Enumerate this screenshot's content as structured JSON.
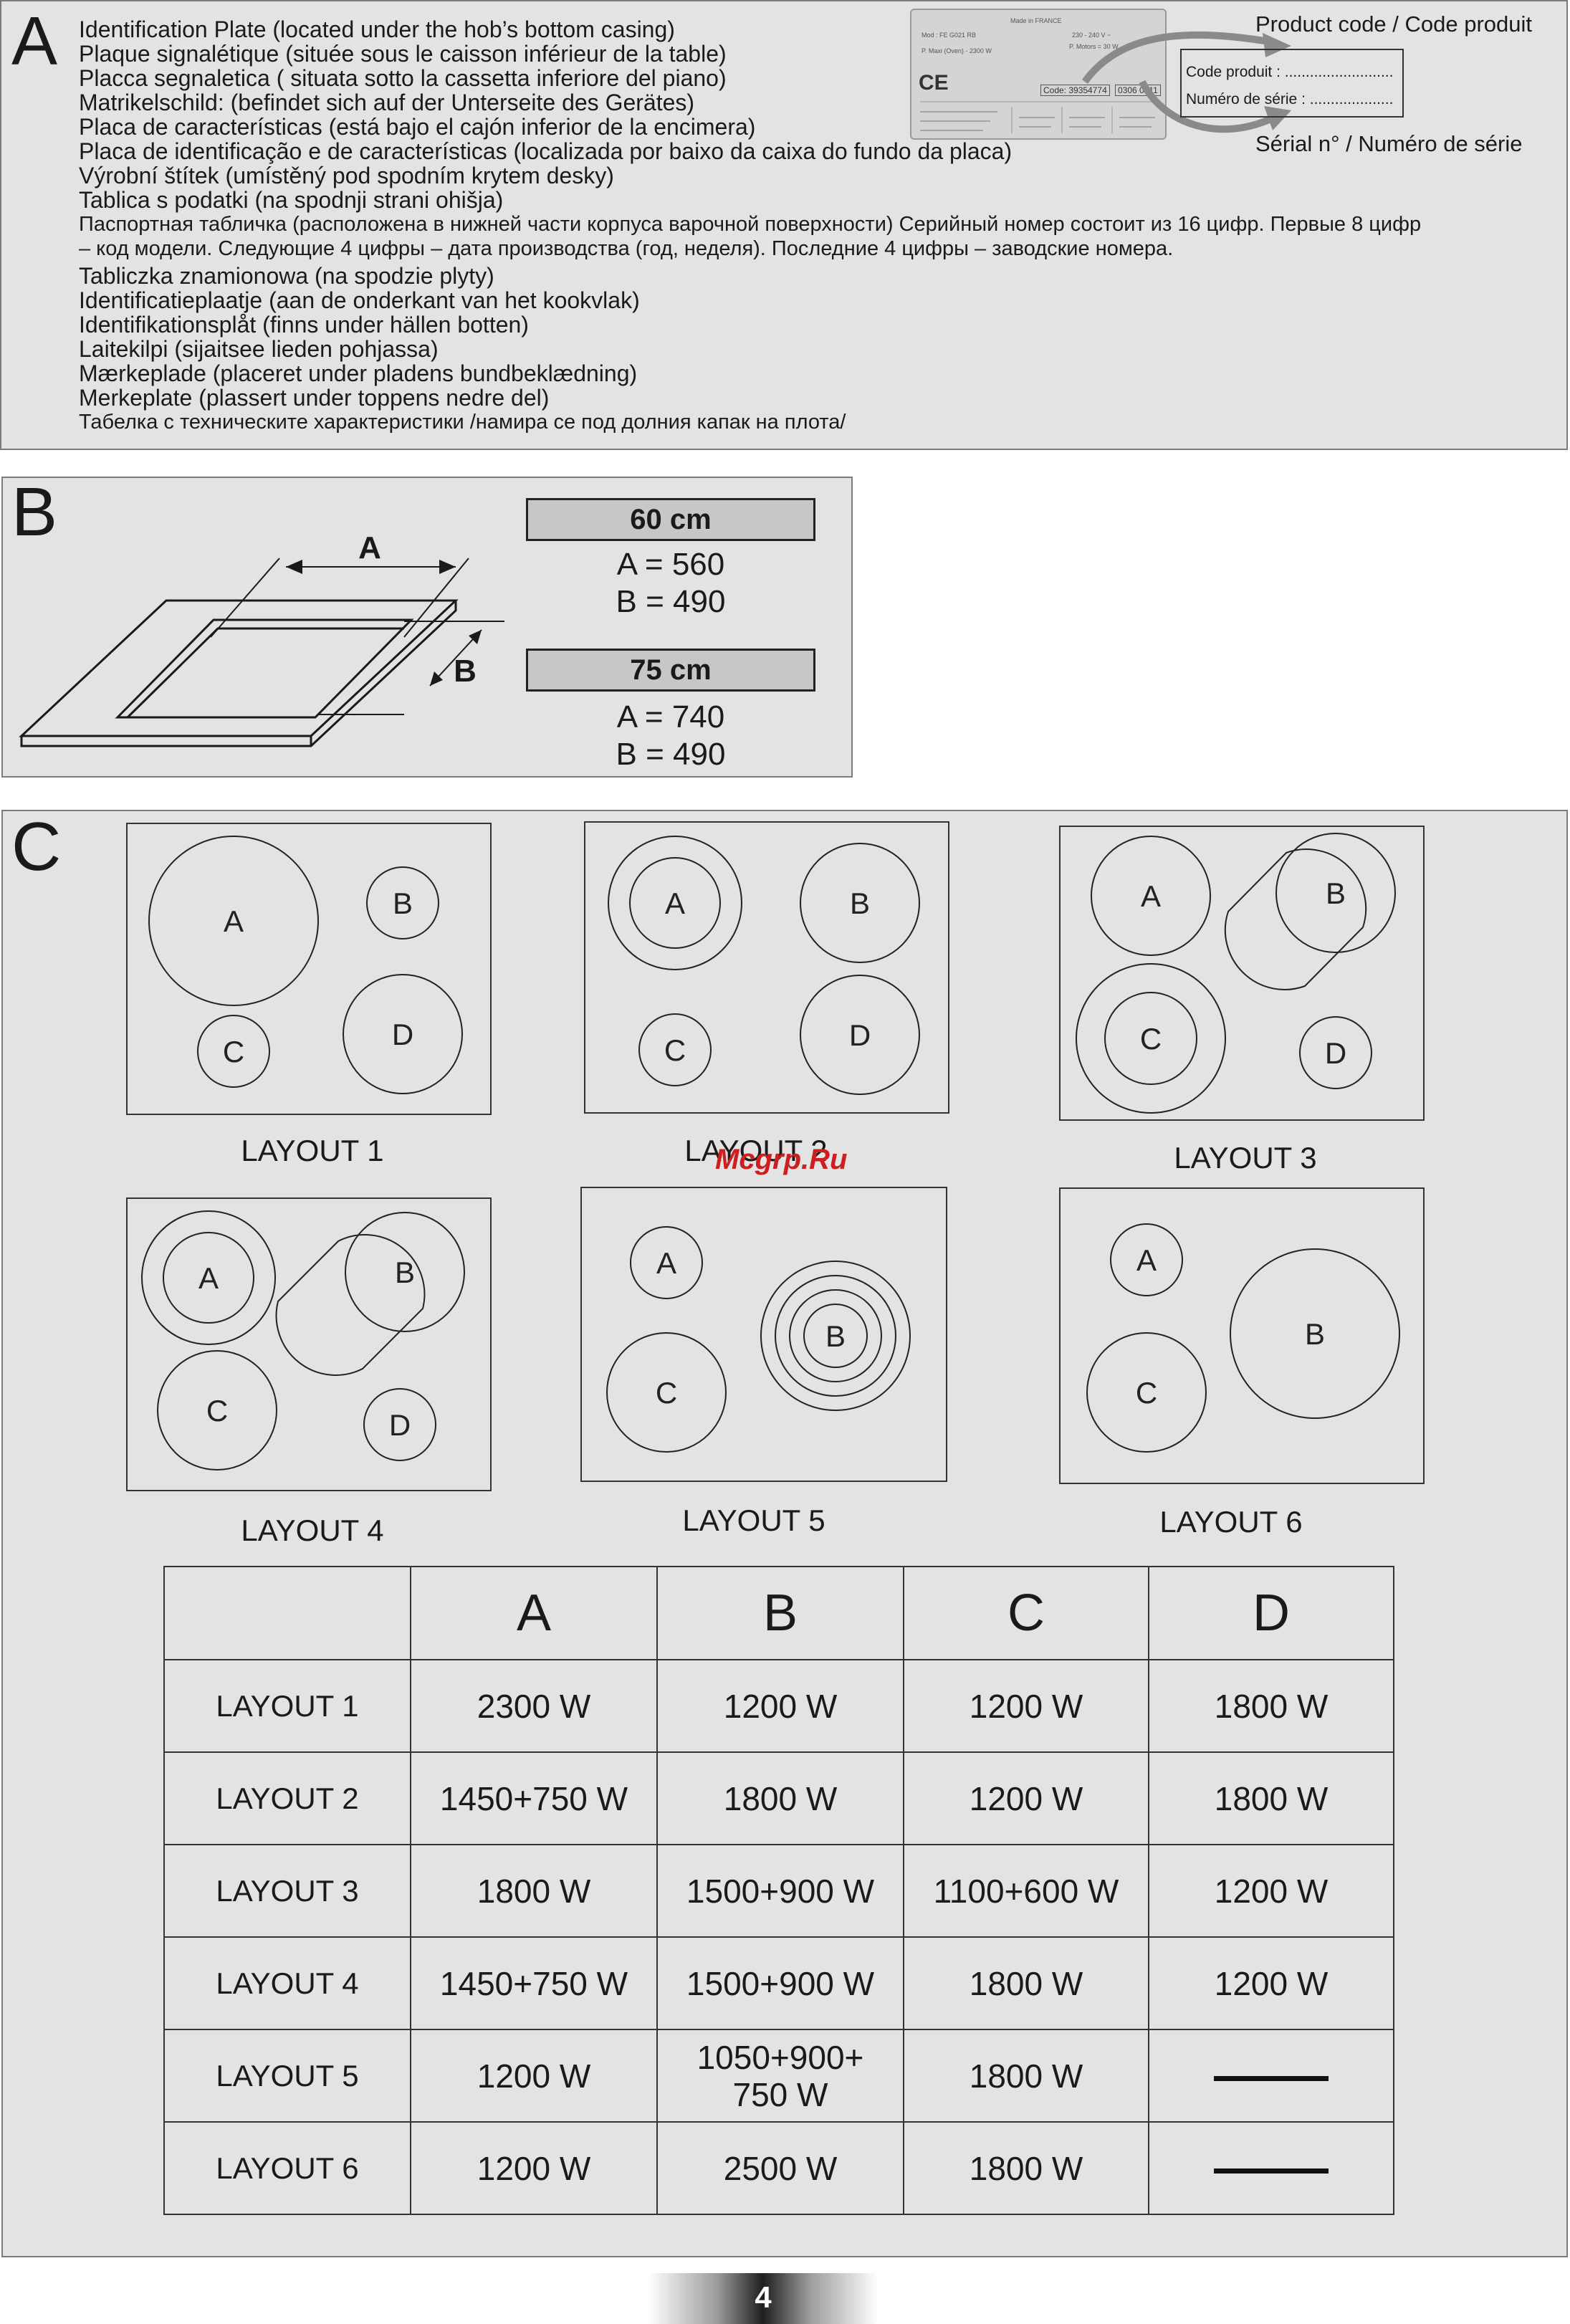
{
  "section_a": {
    "letter": "A",
    "lines": [
      "Identification Plate (located under the hob’s bottom casing)",
      "Plaque signalétique (située sous le caisson inférieur de la table)",
      "Placca segnaletica ( situata sotto la cassetta inferiore del piano)",
      "Matrikelschild: (befindet sich auf der Unterseite des Gerätes)",
      "Placa de características (está bajo el cajón inferior de la encimera)",
      "Placa de identificação e de características (localizada por baixo da caixa do fundo da placa)",
      "Výrobní štítek (umístěný pod spodním krytem desky)",
      "Tablica s podatki (na spodnji strani ohišja)"
    ],
    "russian_line_1": "Паспортная табличка (расположена в нижней части корпуса варочной поверхности) Серийный номер состоит из 16 цифр. Первые 8 цифр",
    "russian_line_2": " – код модели. Следующие 4 цифры – дата производства (год, неделя). Последние 4 цифры – заводские номера.",
    "lines_2": [
      "Tabliczka znamionowa (na spodzie plyty)",
      "Identificatieplaatje (aan de onderkant van het kookvlak)",
      "Identifikationsplåt (finns under hällen botten)",
      "Laitekilpi (sijaitsee lieden pohjassa)",
      "Mærkeplade (placeret under pladens bundbeklædning)",
      "Merkeplate (plassert under toppens nedre del)",
      "Табелка с техническите характеристики /намира се под долния капак на плота/"
    ],
    "product_code_title": "Product code / Code produit",
    "serial_title": "Sérial n° / Numéro de série",
    "code_produit_label": "Code produit : ..........................",
    "numero_serie_label": "Numéro de série : ....................",
    "plate": {
      "made_in": "Made in FRANCE",
      "mod": "Mod : FE G021 RB",
      "pmax": "P. Maxi (Oven) - 2300 W",
      "volt": "230 - 240 V ~",
      "motors": "P. Motors = 30 W",
      "ce": "CE",
      "code": "Code: 39354774",
      "serial": "0306 0511"
    }
  },
  "section_b": {
    "letter": "B",
    "diagram_label_a": "A",
    "diagram_label_b": "B",
    "size_60": "60 cm",
    "size_60_a": "A = 560",
    "size_60_b": "B = 490",
    "size_75": "75 cm",
    "size_75_a": "A = 740",
    "size_75_b": "B = 490"
  },
  "section_c": {
    "letter": "C",
    "watermark": "Mcgrp.Ru",
    "layouts": [
      {
        "title": "LAYOUT 1"
      },
      {
        "title": "LAYOUT 2"
      },
      {
        "title": "LAYOUT 3"
      },
      {
        "title": "LAYOUT 4"
      },
      {
        "title": "LAYOUT 5"
      },
      {
        "title": "LAYOUT 6"
      }
    ],
    "zone_labels": {
      "a": "A",
      "b": "B",
      "c": "C",
      "d": "D"
    },
    "table": {
      "headers": [
        "",
        "A",
        "B",
        "C",
        "D"
      ],
      "rows": [
        {
          "label": "LAYOUT 1",
          "a": "2300 W",
          "b": "1200 W",
          "c": "1200 W",
          "d": "1800 W"
        },
        {
          "label": "LAYOUT 2",
          "a": "1450+750 W",
          "b": "1800 W",
          "c": "1200 W",
          "d": "1800 W"
        },
        {
          "label": "LAYOUT 3",
          "a": "1800 W",
          "b": "1500+900 W",
          "c": "1100+600 W",
          "d": "1200 W"
        },
        {
          "label": "LAYOUT 4",
          "a": "1450+750 W",
          "b": "1500+900 W",
          "c": "1800 W",
          "d": "1200 W"
        },
        {
          "label": "LAYOUT 5",
          "a": "1200 W",
          "b1": "1050+900+",
          "b2": "750 W",
          "c": "1800 W",
          "d": ""
        },
        {
          "label": "LAYOUT 6",
          "a": "1200 W",
          "b": "2500 W",
          "c": "1800 W",
          "d": ""
        }
      ]
    }
  },
  "page_number": "4"
}
